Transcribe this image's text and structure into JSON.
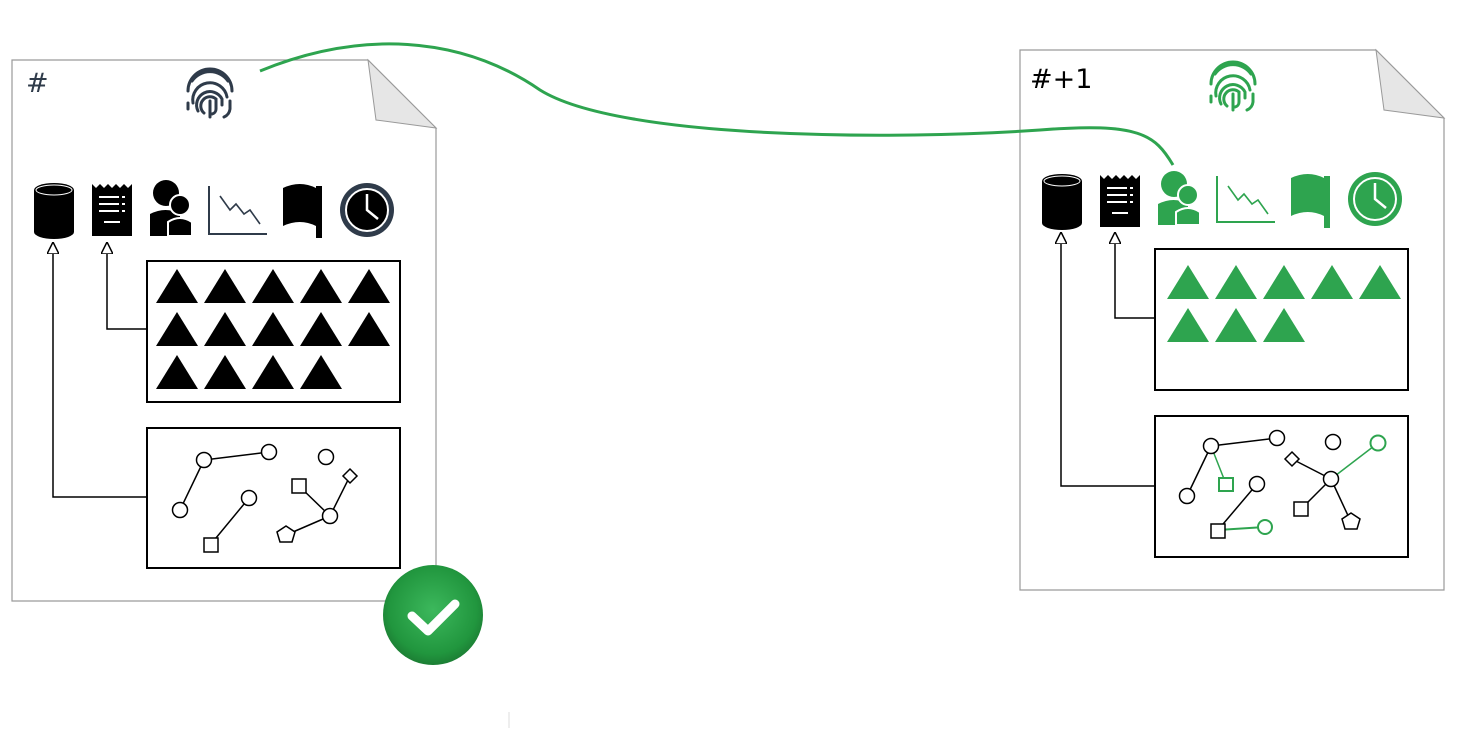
{
  "colors": {
    "accent": "#2ea44f",
    "ink": "#000000",
    "slate": "#2f3b4a",
    "page_fill": "#ffffff",
    "page_border": "#9a9a9a",
    "fold": "#e6e6e6"
  },
  "block_left": {
    "label": "#",
    "icons": [
      "fingerprint-icon",
      "database-icon",
      "receipt-icon",
      "users-icon",
      "line-chart-icon",
      "flag-icon",
      "clock-icon"
    ],
    "triangle_count": 14,
    "verified": true
  },
  "block_right": {
    "label": "#+1",
    "icons": [
      "fingerprint-icon",
      "database-icon",
      "receipt-icon",
      "users-icon",
      "line-chart-icon",
      "flag-icon",
      "clock-icon"
    ],
    "highlighted_icons": [
      "fingerprint-icon",
      "users-icon",
      "line-chart-icon",
      "flag-icon",
      "clock-icon"
    ],
    "triangle_count": 8
  }
}
